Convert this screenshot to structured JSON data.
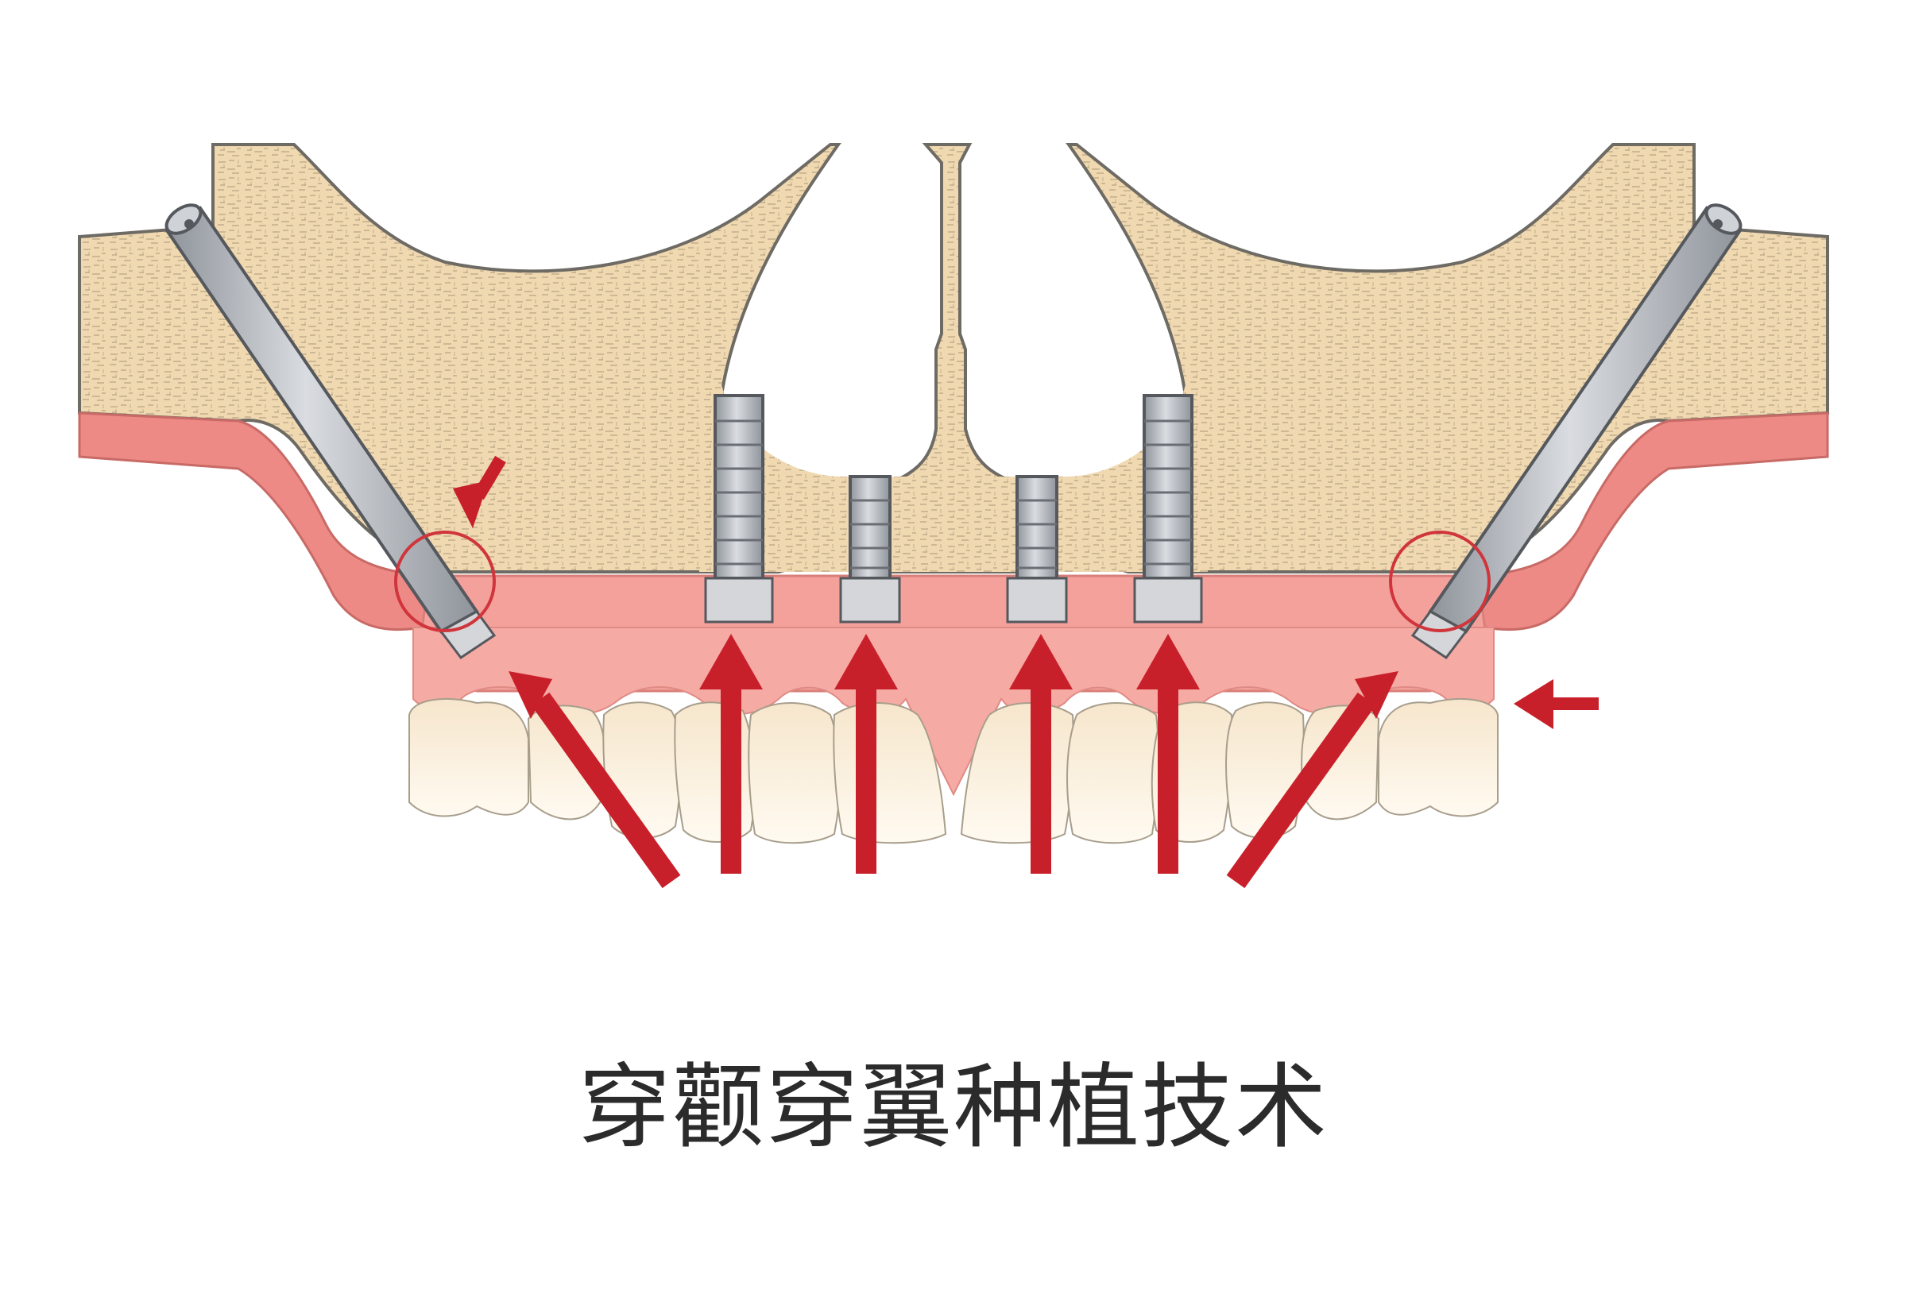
{
  "caption": "穿颧穿翼种植技术",
  "colors": {
    "bone": "#f0d9b0",
    "bone_outline": "#6e6a64",
    "gum": "#f08c8c",
    "gum_light": "#f7b1ab",
    "tooth": "#fdf5e6",
    "implant": "#b7babf",
    "arrow": "#c8202a",
    "caption_text": "#2b2b2b"
  },
  "elements": {
    "zygomatic_implants": 2,
    "standard_implants": 4,
    "vertical_force_arrows": 4,
    "angled_force_arrows": 2,
    "highlight_circles": 2,
    "small_pointer_arrows": 2,
    "teeth": 12
  }
}
